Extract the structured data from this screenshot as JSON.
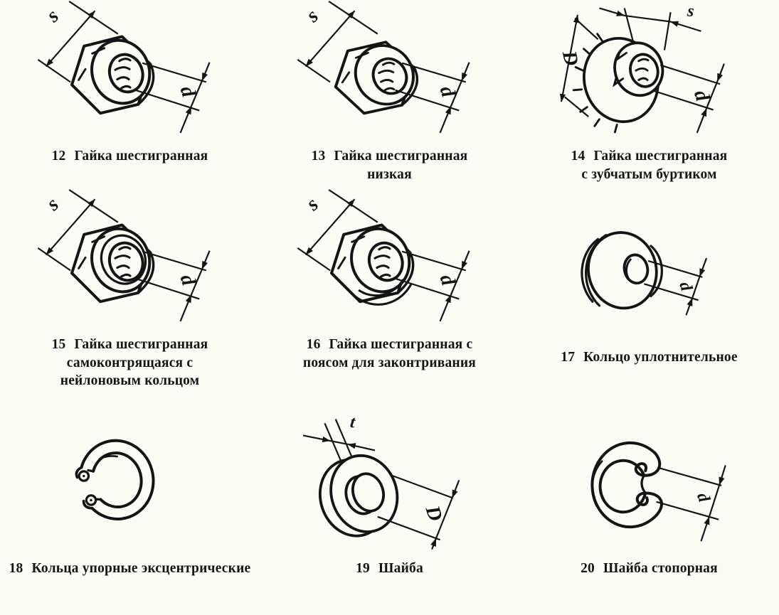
{
  "page": {
    "background": "#fcfcf6",
    "ink": "#141414"
  },
  "figures": [
    {
      "number": "12",
      "caption_lines": [
        "Гайка шестигранная"
      ],
      "dim_labels": [
        "s",
        "d"
      ]
    },
    {
      "number": "13",
      "caption_lines": [
        "Гайка шестигранная",
        "низкая"
      ],
      "dim_labels": [
        "s",
        "d"
      ]
    },
    {
      "number": "14",
      "caption_lines": [
        "Гайка шестигранная",
        "с зубчатым буртиком"
      ],
      "dim_labels": [
        "D",
        "s",
        "d"
      ]
    },
    {
      "number": "15",
      "caption_lines": [
        "Гайка шестигранная",
        "самоконтрящаяся с",
        "нейлоновым кольцом"
      ],
      "dim_labels": [
        "s",
        "d"
      ]
    },
    {
      "number": "16",
      "caption_lines": [
        "Гайка шестигранная с",
        "поясом для законтривания"
      ],
      "dim_labels": [
        "s",
        "d"
      ]
    },
    {
      "number": "17",
      "caption_lines": [
        "Кольцо уплотнительное"
      ],
      "dim_labels": [
        "d"
      ]
    },
    {
      "number": "18",
      "caption_lines": [
        "Кольца упорные эксцентрические"
      ],
      "dim_labels": []
    },
    {
      "number": "19",
      "caption_lines": [
        "Шайба"
      ],
      "dim_labels": [
        "t",
        "D"
      ]
    },
    {
      "number": "20",
      "caption_lines": [
        "Шайба стопорная"
      ],
      "dim_labels": [
        "d"
      ]
    }
  ]
}
